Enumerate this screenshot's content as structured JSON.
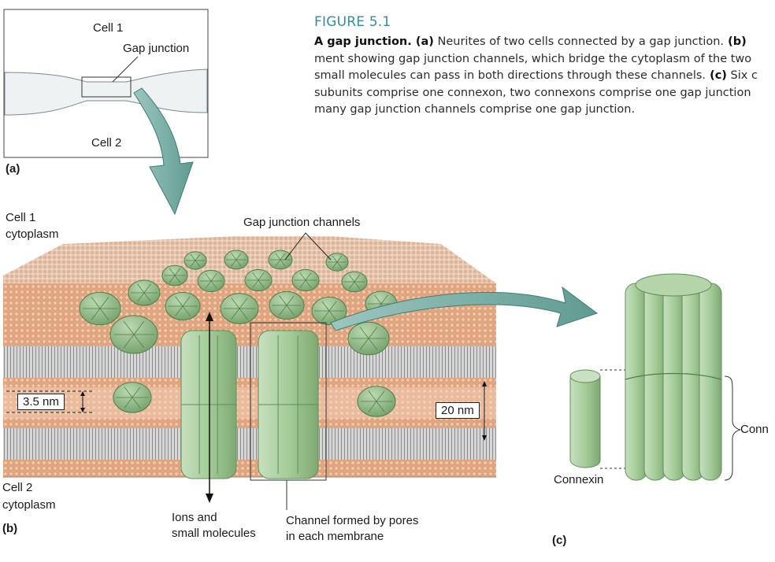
{
  "figure": {
    "label": "FIGURE 5.1",
    "caption_lines": [
      {
        "bold": "A gap junction.",
        "parts": [
          {
            "b": " (a)",
            "t": " Neurites of two cells connected by a gap junction."
          },
          {
            "b": " (b)",
            "t": ""
          }
        ]
      },
      {
        "bold": "",
        "parts": [
          {
            "b": "",
            "t": "ment showing gap junction channels, which bridge the cytoplasm of the two"
          }
        ]
      },
      {
        "bold": "",
        "parts": [
          {
            "b": "",
            "t": "small molecules can pass in both directions through these channels."
          },
          {
            "b": " (c)",
            "t": " Six c"
          }
        ]
      },
      {
        "bold": "",
        "parts": [
          {
            "b": "",
            "t": "subunits comprise one connexon, two connexons comprise one gap junction"
          }
        ]
      },
      {
        "bold": "",
        "parts": [
          {
            "b": "",
            "t": "many gap junction channels comprise one gap junction."
          }
        ]
      }
    ]
  },
  "panel_a": {
    "label": "(a)",
    "cell1": "Cell 1",
    "cell2": "Cell 2",
    "gap_junction": "Gap junction"
  },
  "panel_b": {
    "label": "(b)",
    "cell1": "Cell 1",
    "cell1_sub": "cytoplasm",
    "cell2": "Cell 2",
    "cell2_sub": "cytoplasm",
    "channels_label": "Gap junction channels",
    "gap_width": "3.5 nm",
    "membrane_width": "20 nm",
    "ions_line1": "Ions and",
    "ions_line2": "small molecules",
    "channel_line1": "Channel formed by pores",
    "channel_line2": "in each membrane"
  },
  "panel_c": {
    "label": "(c)",
    "connexin": "Connexin",
    "connexon_partial": "Conn"
  },
  "colors": {
    "figure_title": "#2f8fa3",
    "channel_green": "#8fbf84",
    "channel_dark": "#5e8f57",
    "lipid_head": "#e0a47f",
    "lipid_tail": "#a9a9a9",
    "arrow_teal": "#6fa8a0"
  }
}
